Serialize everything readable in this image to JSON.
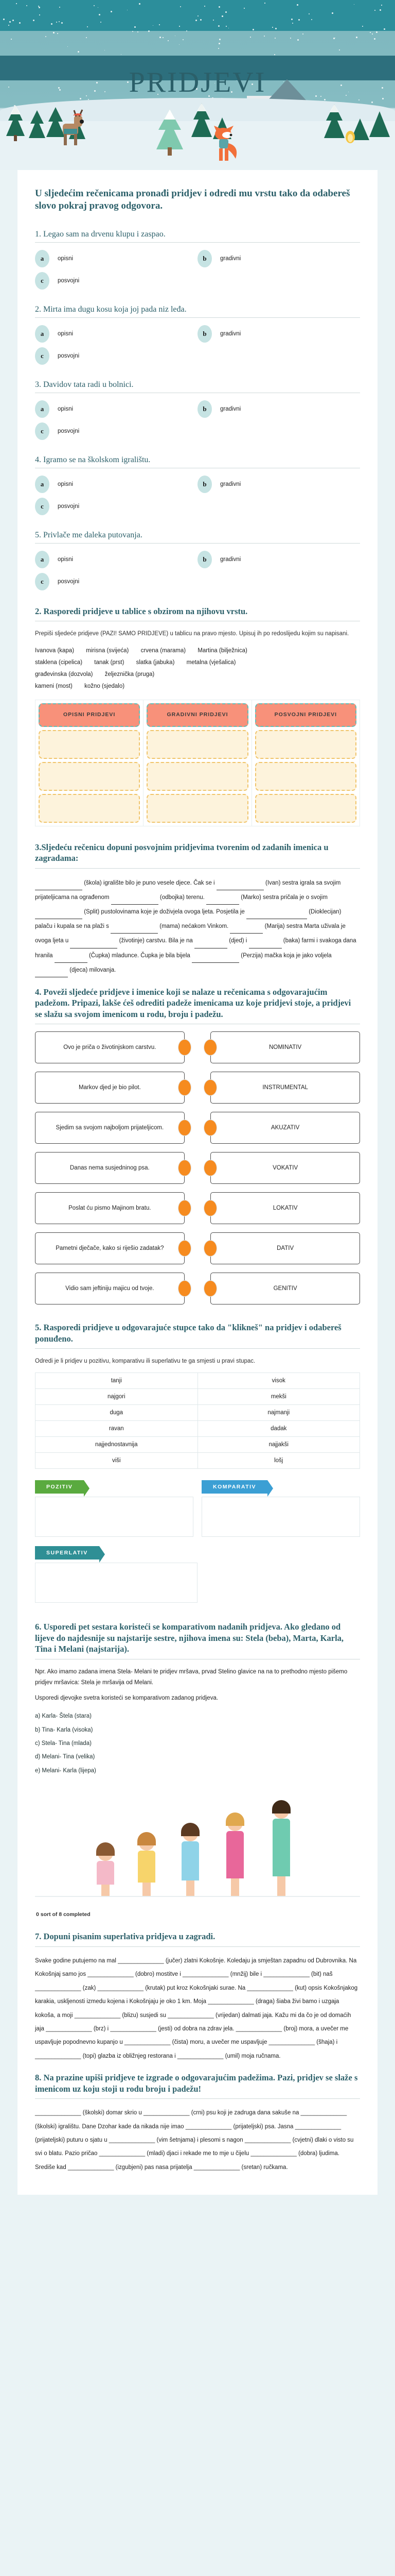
{
  "header": {
    "title": "PRIDJEVI"
  },
  "intro": "U sljedećim rečenicama pronađi pridjev i odredi mu vrstu tako da odabereš slovo pokraj pravog odgovora.",
  "option_labels": {
    "a": "a",
    "b": "b",
    "c": "c",
    "opisni": "opisni",
    "gradivni": "gradivni",
    "posvojni": "posvojni"
  },
  "questions": [
    {
      "num": "1.",
      "text": "1. Legao sam na drvenu klupu i zaspao."
    },
    {
      "num": "2.",
      "text": "2. Mirta ima dugu kosu koja joj pada niz leđa."
    },
    {
      "num": "3.",
      "text": "3. Davidov tata radi u bolnici."
    },
    {
      "num": "4.",
      "text": "4.  Igramo se na školskom igralištu."
    },
    {
      "num": "5.",
      "text": "5. Privlače me daleka putovanja."
    }
  ],
  "section2": {
    "title": "2. Rasporedi pridjeve u tablice s obzirom na njihovu vrstu.",
    "helper": "Prepiši sljedeće pridjeve (PAZI! SAMO  PRIDJEVE) u tablicu na pravo mjesto. Upisuj ih po redoslijedu kojim su napisani.",
    "bank": [
      "Ivanova (kapa)",
      "mirisna (svijeća)",
      "crvena (marama)",
      "Martina (bilježnica)",
      "staklena (cipelica)",
      "tanak (prst)",
      "slatka (jabuka)",
      "metalna (vješalica)",
      "građevinska  (dozvola)",
      "željeznička (pruga)",
      "kameni (most)",
      "kožno (sjedalo)"
    ],
    "columns": [
      "OPISNI PRIDJEVI",
      "GRADIVNI PRIDJEVI",
      "POSVOJNI PRIDJEVI"
    ]
  },
  "section3": {
    "title": "3.Sljedeću rečenicu dopuni posvojnim pridjevima tvorenim od zadanih imenica u zagradama:",
    "text_parts": [
      "(škola) igralište bilo je puno vesele djece. Čak se i",
      "(Ivan) sestra igrala sa svojim prijateljicama na ograđenom",
      "(odbojka) terenu.",
      "(Marko) sestra pričala je o svojim",
      "(Split) pustolovinama koje je doživjela ovoga ljeta. Posjetila je",
      "(Dioklecijan) palaču i kupala se na plaži s",
      "(mama) nećakom Vinkom.",
      "(Marija) sestra Marta uživala je ovoga ljeta u",
      "(životinje) carstvu. Bila je na",
      "(djed) i",
      "(baka) farmi i svakoga dana hranila",
      "(Čupka) mladunce. Čupka je bila bijela",
      "(Perzija) mačka koja je jako voljela",
      "(djeca) milovanja."
    ]
  },
  "section4": {
    "title": "4.  Poveži sljedeće pridjeve i imenice koji se nalaze u rečenicama s odgovarajućim padežom. Pripazi, lakše ćeš odrediti padeže imenicama uz koje pridjevi stoje, a pridjevi se slažu sa svojom imenicom u rodu, broju i padežu.",
    "left": [
      "Ovo je priča o životinjskom carstvu.",
      "Markov djed je bio pilot.",
      "Sjedim sa svojom najboljom prijateljicom.",
      "Danas nema susjedninog psa.",
      "Poslat ću pismo Majinom bratu.",
      "Pametni dječače, kako si riješio zadatak?",
      "Vidio sam jeftiniju majicu od tvoje."
    ],
    "right": [
      "NOMINATIV",
      "INSTRUMENTAL",
      "AKUZATIV",
      "VOKATIV",
      "LOKATIV",
      "DATIV",
      "GENITIV"
    ]
  },
  "section5": {
    "title": "5. Rasporedi pridjeve u odgovarajuće stupce tako da \"klikneš\" na pridjev i odabereš ponuđeno.",
    "helper": "Odredi je li pridjev u pozitivu, komparativu ili superlativu te ga smjesti u pravi stupac.",
    "grid": [
      [
        "tanji",
        "visok"
      ],
      [
        "najgori",
        "mekši"
      ],
      [
        "duga",
        "najmanji"
      ],
      [
        "ravan",
        "dadak"
      ],
      [
        "najjednostavnija",
        "najjakši"
      ],
      [
        "viši",
        "lošj"
      ]
    ],
    "banners": [
      "POZITIV",
      "KOMPARATIV",
      "SUPERLATIV"
    ]
  },
  "section6": {
    "title": "6. Usporedi pet sestara koristeći se komparativom nadanih pridjeva. Ako gledano od lijeve do najdesnije su najstarije sestre, njihova imena su:  Stela (beba), Marta, Karla, Tina i Melani (najstarija).",
    "note": "Npr. Ako imamo zadana imena  Stela- Melani  te pridjev mršava, prvad Stelino glavice na na to prethodno mjesto pišemo pridjev mršavica: Stela je mršavija od Melani.",
    "note2": "Usporedi djevojke svetra koristeći se komparativom zadanog pridjeva.",
    "items": [
      "a) Karla- Štela  (stara)",
      "b) Tina- Karla (visoka)",
      "c) Stela- Tina (mlada)",
      "d) Melani- Tina (velika)",
      "e) Melani- Karla (lijepa)"
    ],
    "progress": "0 sort of 8 completed"
  },
  "section7": {
    "title": "7. Dopuni pisanim superlativa pridjeva u zagradi.",
    "text": "Svake godine putujemo na mal ______________ (jučer) zlatni Kokošnje. Koledaju ja smještan zapadnu od Dubrovnika. Na Kokošnjaj samo jos ______________ (dobro) mostitve i ______________ (mnžij) bile i ______________ (bit) naš ______________ (zak)  ______________ (krutak) put kroz Kokošnjaki surae. Na ______________ (kut) opsis Kokošnjakog karakia, uskljenosti izmedu kojena i Kokošnjaju je oko 1 km. Moja ______________ (draga) šiaba živi bamo i uzgaja kokoša, a moji ______________ (blizu) susjedi su ______________ (vrijedan) dalmati jaja. Kažu mi da čo je od domaćih jaja ______________ (brz) i ______________ (jesti) od dobra na zdrav jela. ______________ (broj) mora, a uvečer me uspavljuje popodnevno kupanjo u ______________ (čista) moru, a uvečer me uspavljuje ______________ (šhaja) i ______________ (topi) glazba iz obližnjeg restorana i ______________ (umil) moja ručnama."
  },
  "section8": {
    "title": "8. Na prazine upiši pridjeve te izgrade o odgovarajućim padežima. Pazi, pridjev se slaže s imenicom uz koju stoji u rodu broju i padežu!",
    "text": "______________ (školski) domar skrio u ______________ (crni) psu koji je zadruga dana sakuše na ______________ (školski) igralištu. Dane Dzohar kade da nikada nije imao ______________ (prijateljski) psa. Jasna ______________ (prijateljski) puturu o sjatu u ______________ (vim šetnjama) i plesomi s nagon ______________ (cvjetni) dlaki o visto su svi o blatu. Pazio pričao ______________ (mladi) djaci i rekade me to mje u čijelu ______________ (dobra) ljudima. Središe kad ______________ (izgubjeni) pas nasa prijatelja ______________ (sretan) ručkama."
  }
}
